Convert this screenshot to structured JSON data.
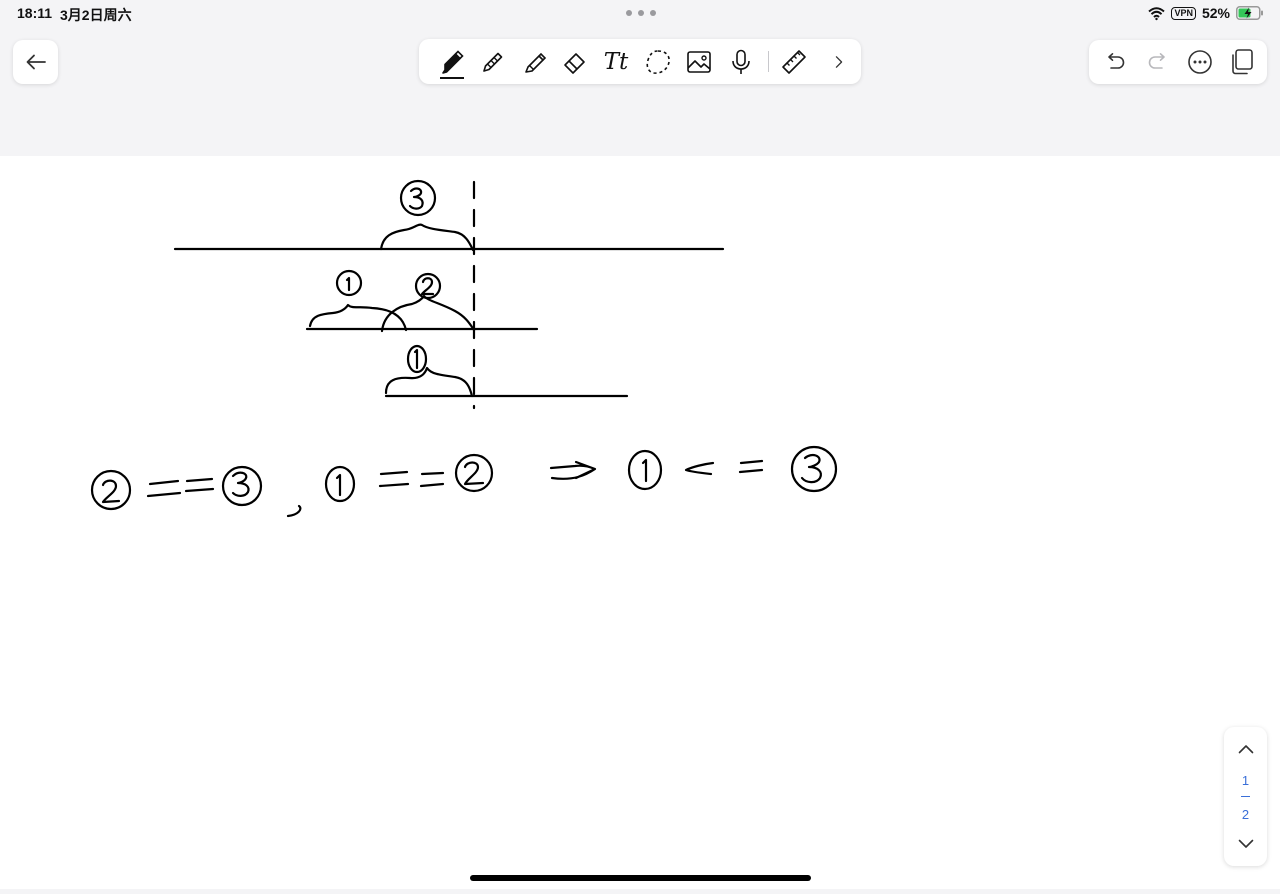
{
  "status_bar": {
    "time": "18:11",
    "date": "3月2日周六",
    "battery": "52%",
    "vpn": "VPN"
  },
  "toolbar": {
    "tools": [
      "pen-icon",
      "pencil-icon",
      "highlighter-icon",
      "eraser-icon",
      "text-icon",
      "lasso-icon",
      "image-icon",
      "microphone-icon",
      "ruler-icon",
      "chevron-right-icon"
    ],
    "text_tool_label": "Tt",
    "selected": "pen-icon"
  },
  "actions": [
    "undo-icon",
    "redo-icon",
    "more-icon",
    "pages-icon"
  ],
  "page_nav": {
    "current": "1",
    "total": "2"
  },
  "colors": {
    "accent": "#3a6fd8",
    "ink": "#000000",
    "chrome": "#f4f4f6"
  }
}
